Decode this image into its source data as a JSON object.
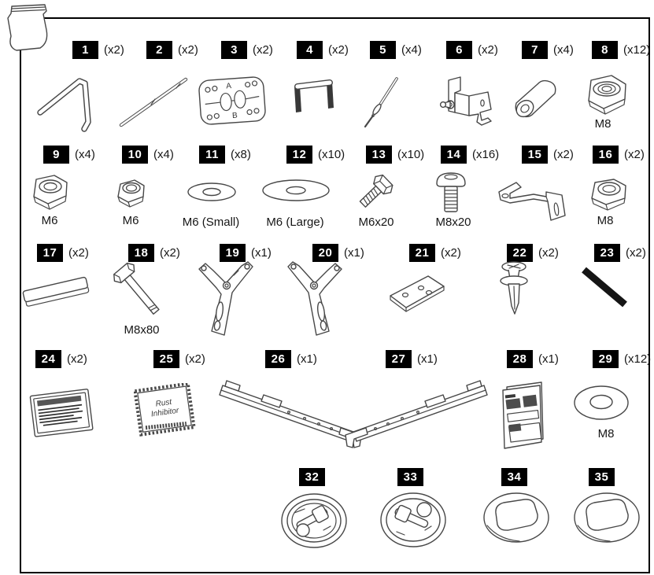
{
  "parts": [
    {
      "num": "1",
      "qty": "(x2)",
      "caption": ""
    },
    {
      "num": "2",
      "qty": "(x2)",
      "caption": ""
    },
    {
      "num": "3",
      "qty": "(x2)",
      "caption": ""
    },
    {
      "num": "4",
      "qty": "(x2)",
      "caption": ""
    },
    {
      "num": "5",
      "qty": "(x4)",
      "caption": ""
    },
    {
      "num": "6",
      "qty": "(x2)",
      "caption": ""
    },
    {
      "num": "7",
      "qty": "(x4)",
      "caption": ""
    },
    {
      "num": "8",
      "qty": "(x12)",
      "caption": "M8"
    },
    {
      "num": "9",
      "qty": "(x4)",
      "caption": "M6"
    },
    {
      "num": "10",
      "qty": "(x4)",
      "caption": "M6"
    },
    {
      "num": "11",
      "qty": "(x8)",
      "caption": "M6 (Small)"
    },
    {
      "num": "12",
      "qty": "(x10)",
      "caption": "M6 (Large)"
    },
    {
      "num": "13",
      "qty": "(x10)",
      "caption": "M6x20"
    },
    {
      "num": "14",
      "qty": "(x16)",
      "caption": "M8x20"
    },
    {
      "num": "15",
      "qty": "(x2)",
      "caption": ""
    },
    {
      "num": "16",
      "qty": "(x2)",
      "caption": "M8"
    },
    {
      "num": "17",
      "qty": "(x2)",
      "caption": ""
    },
    {
      "num": "18",
      "qty": "(x2)",
      "caption": "M8x80"
    },
    {
      "num": "19",
      "qty": "(x1)",
      "caption": ""
    },
    {
      "num": "20",
      "qty": "(x1)",
      "caption": ""
    },
    {
      "num": "21",
      "qty": "(x2)",
      "caption": ""
    },
    {
      "num": "22",
      "qty": "(x2)",
      "caption": ""
    },
    {
      "num": "23",
      "qty": "(x2)",
      "caption": ""
    },
    {
      "num": "24",
      "qty": "(x2)",
      "caption": ""
    },
    {
      "num": "25",
      "qty": "(x2)",
      "caption": ""
    },
    {
      "num": "26",
      "qty": "(x1)",
      "caption": ""
    },
    {
      "num": "27",
      "qty": "(x1)",
      "caption": ""
    },
    {
      "num": "28",
      "qty": "(x1)",
      "caption": ""
    },
    {
      "num": "29",
      "qty": "(x12)",
      "caption": "M8"
    },
    {
      "num": "32",
      "qty": "",
      "caption": ""
    },
    {
      "num": "33",
      "qty": "",
      "caption": ""
    },
    {
      "num": "34",
      "qty": "",
      "caption": ""
    },
    {
      "num": "35",
      "qty": "",
      "caption": ""
    }
  ],
  "extras": {
    "item3": {
      "a": "A",
      "b": "B"
    },
    "item25": {
      "line1": "Rust",
      "line2": "Inhibitor"
    }
  },
  "colors": {
    "label_bg": "#000000",
    "label_fg": "#ffffff",
    "line": "#474747",
    "border": "#000000"
  }
}
